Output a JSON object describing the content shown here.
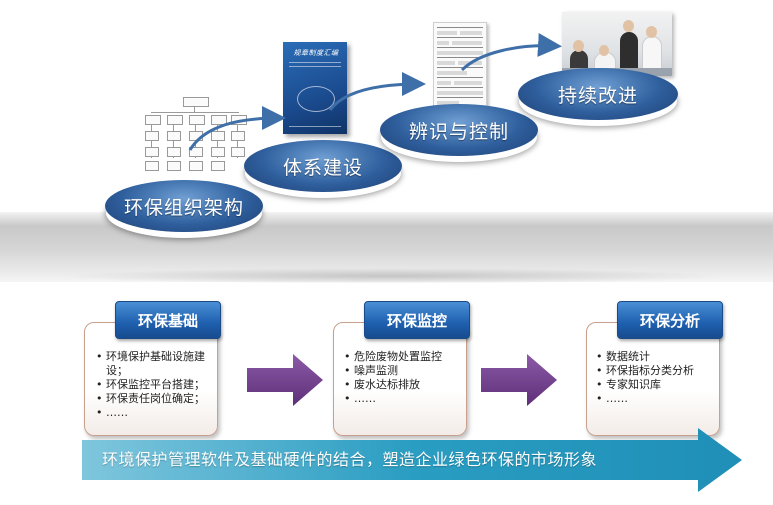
{
  "stairs": [
    {
      "label": "环保组织架构"
    },
    {
      "label": "体系建设"
    },
    {
      "label": "辨识与控制"
    },
    {
      "label": "持续改进"
    }
  ],
  "book": {
    "title": "规章制度汇编"
  },
  "pillars": [
    {
      "title": "环保基础",
      "items": [
        "环境保护基础设施建设；",
        "环保监控平台搭建；",
        "环保责任岗位确定；",
        "……"
      ]
    },
    {
      "title": "环保监控",
      "items": [
        "危险废物处置监控",
        "噪声监测",
        "废水达标排放",
        "……"
      ]
    },
    {
      "title": "环保分析",
      "items": [
        "数据统计",
        "环保指标分类分析",
        "专家知识库",
        "……"
      ]
    }
  ],
  "banner": {
    "text": "环境保护管理软件及基础硬件的结合，塑造企业绿色环保的市场形象"
  },
  "colors": {
    "disc": "#2f5f9d",
    "tab": "#1e5fae",
    "arrow_purple": "#6d3a86",
    "banner": "#2a9dc2"
  }
}
